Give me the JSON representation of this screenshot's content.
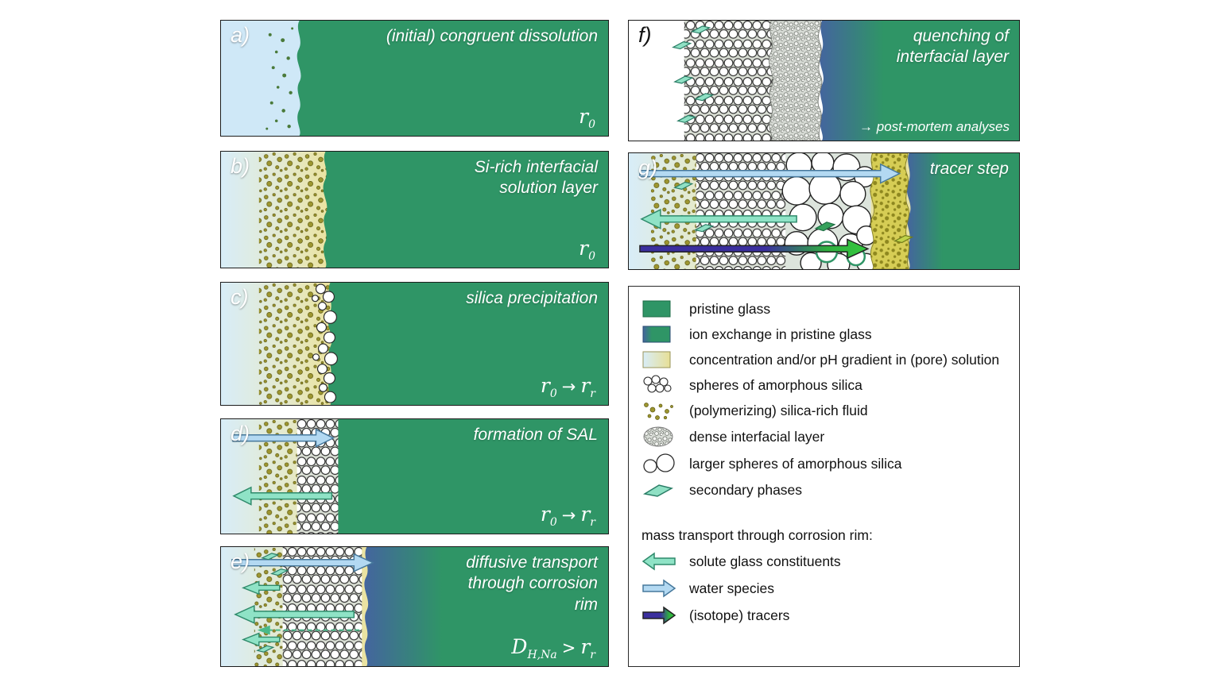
{
  "panels": [
    {
      "id": "a",
      "label": "a)",
      "title": "(initial) congruent dissolution",
      "rate": {
        "m1": "r",
        "s1": "0"
      }
    },
    {
      "id": "b",
      "label": "b)",
      "title": "Si-rich interfacial solution layer",
      "rate": {
        "m1": "r",
        "s1": "0"
      }
    },
    {
      "id": "c",
      "label": "c)",
      "title": "silica precipitation",
      "rate": {
        "m1": "r",
        "s1": "0",
        "op": "→",
        "m2": "r",
        "s2": "r"
      }
    },
    {
      "id": "d",
      "label": "d)",
      "title": "formation of SAL",
      "rate": {
        "m1": "r",
        "s1": "0",
        "op": "→",
        "m2": "r",
        "s2": "r"
      }
    },
    {
      "id": "e",
      "label": "e)",
      "title": "diffusive transport through corrosion rim",
      "rate": {
        "m1": "D",
        "s1": "H,Na",
        "op": ">",
        "m2": "r",
        "s2": "r"
      }
    },
    {
      "id": "f",
      "label": "f)",
      "title": "quenching of interfacial layer",
      "note": "→ post-mortem analyses"
    },
    {
      "id": "g",
      "label": "g)",
      "title": "tracer step"
    }
  ],
  "legend": {
    "items": [
      {
        "icon": "pristine-glass-swatch",
        "label": "pristine glass"
      },
      {
        "icon": "ion-exchange-swatch",
        "label": "ion exchange in pristine glass"
      },
      {
        "icon": "concentration-gradient-swatch",
        "label": "concentration and/or pH gradient in (pore) solution"
      },
      {
        "icon": "spheres-icon",
        "label": "spheres of amorphous silica"
      },
      {
        "icon": "silica-fluid-icon",
        "label": "(polymerizing) silica-rich fluid"
      },
      {
        "icon": "dense-layer-icon",
        "label": "dense interfacial layer"
      },
      {
        "icon": "large-spheres-icon",
        "label": "larger spheres of amorphous silica"
      },
      {
        "icon": "secondary-phases-icon",
        "label": "secondary phases"
      }
    ],
    "transport_header": "mass transport through corrosion rim:",
    "transport_items": [
      {
        "icon": "solute-arrow-icon",
        "label": "solute glass constituents"
      },
      {
        "icon": "water-arrow-icon",
        "label": "water species"
      },
      {
        "icon": "tracer-arrow-icon",
        "label": "(isotope) tracers"
      }
    ]
  },
  "colors": {
    "pristine_glass": "#2f9566",
    "ion_exchange_blue": "#44659e",
    "solution_blue": "#d8edf8",
    "pore_fluid_yellow": "#eae3a2",
    "solute_arrow": "#8fe3c6",
    "water_arrow": "#b3d9f2",
    "tracer_purple": "#3b2f9e",
    "tracer_green": "#35c93f",
    "secondary_phase": "#8fe0c4"
  }
}
